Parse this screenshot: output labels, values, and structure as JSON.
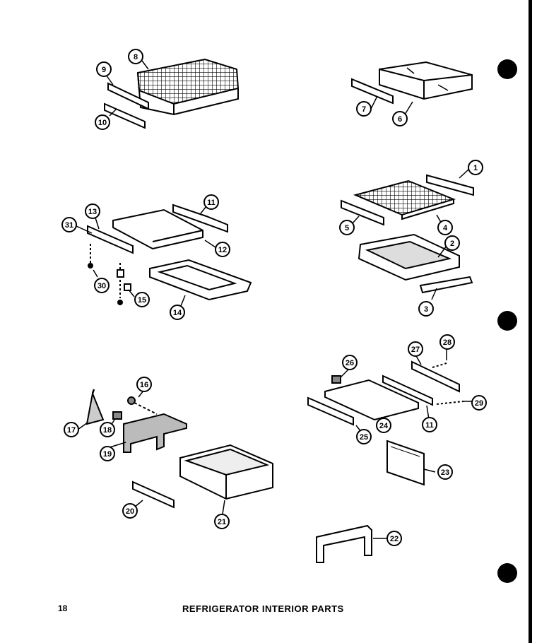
{
  "page": {
    "number": "18",
    "caption": "REFRIGERATOR INTERIOR PARTS"
  },
  "callouts": [
    "1",
    "2",
    "3",
    "4",
    "5",
    "6",
    "7",
    "8",
    "9",
    "10",
    "11",
    "12",
    "13",
    "14",
    "15",
    "16",
    "17",
    "18",
    "19",
    "20",
    "21",
    "22",
    "23",
    "24",
    "25",
    "26",
    "27",
    "28",
    "29",
    "30",
    "31"
  ],
  "colors": {
    "ink": "#000000",
    "paper": "#ffffff",
    "shade": "#9a9a9a"
  }
}
